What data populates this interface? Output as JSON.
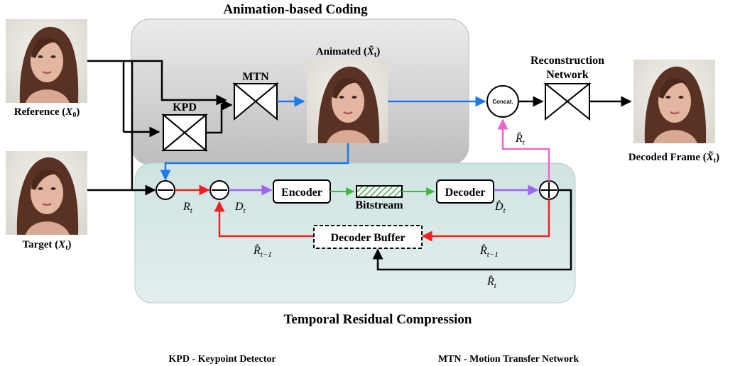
{
  "titles": {
    "top": "Animation-based Coding",
    "bottom": "Temporal Residual Compression"
  },
  "blocks": {
    "kpd": "KPD",
    "mtn": "MTN",
    "encoder": "Encoder",
    "decoder": "Decoder",
    "bitstream": "Bitstream",
    "decoder_buffer": "Decoder Buffer",
    "concat": "Concat.",
    "reconstruction_line1": "Reconstruction",
    "reconstruction_line2": "Network"
  },
  "images": {
    "reference": {
      "name": "Reference",
      "var": "X",
      "sub": "0"
    },
    "target": {
      "name": "Target",
      "var": "X",
      "sub": "t"
    },
    "animated": {
      "name": "Animated",
      "var": "X̂",
      "sub": "t"
    },
    "decoded": {
      "name": "Decoded Frame",
      "var": "X̃",
      "sub": "t"
    }
  },
  "signals": {
    "r_t": {
      "var": "R",
      "sub": "t"
    },
    "d_t": {
      "var": "D",
      "sub": "t"
    },
    "d_hat_t": {
      "var": "D̂",
      "sub": "t"
    },
    "r_hat_t": {
      "var": "R̂",
      "sub": "t"
    },
    "r_hat_tm1": {
      "var": "R̂",
      "sub": "t−1"
    }
  },
  "legend": {
    "kpd": "KPD - Keypoint Detector",
    "mtn": "MTN - Motion Transfer Network"
  },
  "colors": {
    "blue": "#1f78e8",
    "red": "#ee2222",
    "purple": "#a064f0",
    "green": "#40b840",
    "pink": "#ee66cc",
    "black": "#000000"
  }
}
